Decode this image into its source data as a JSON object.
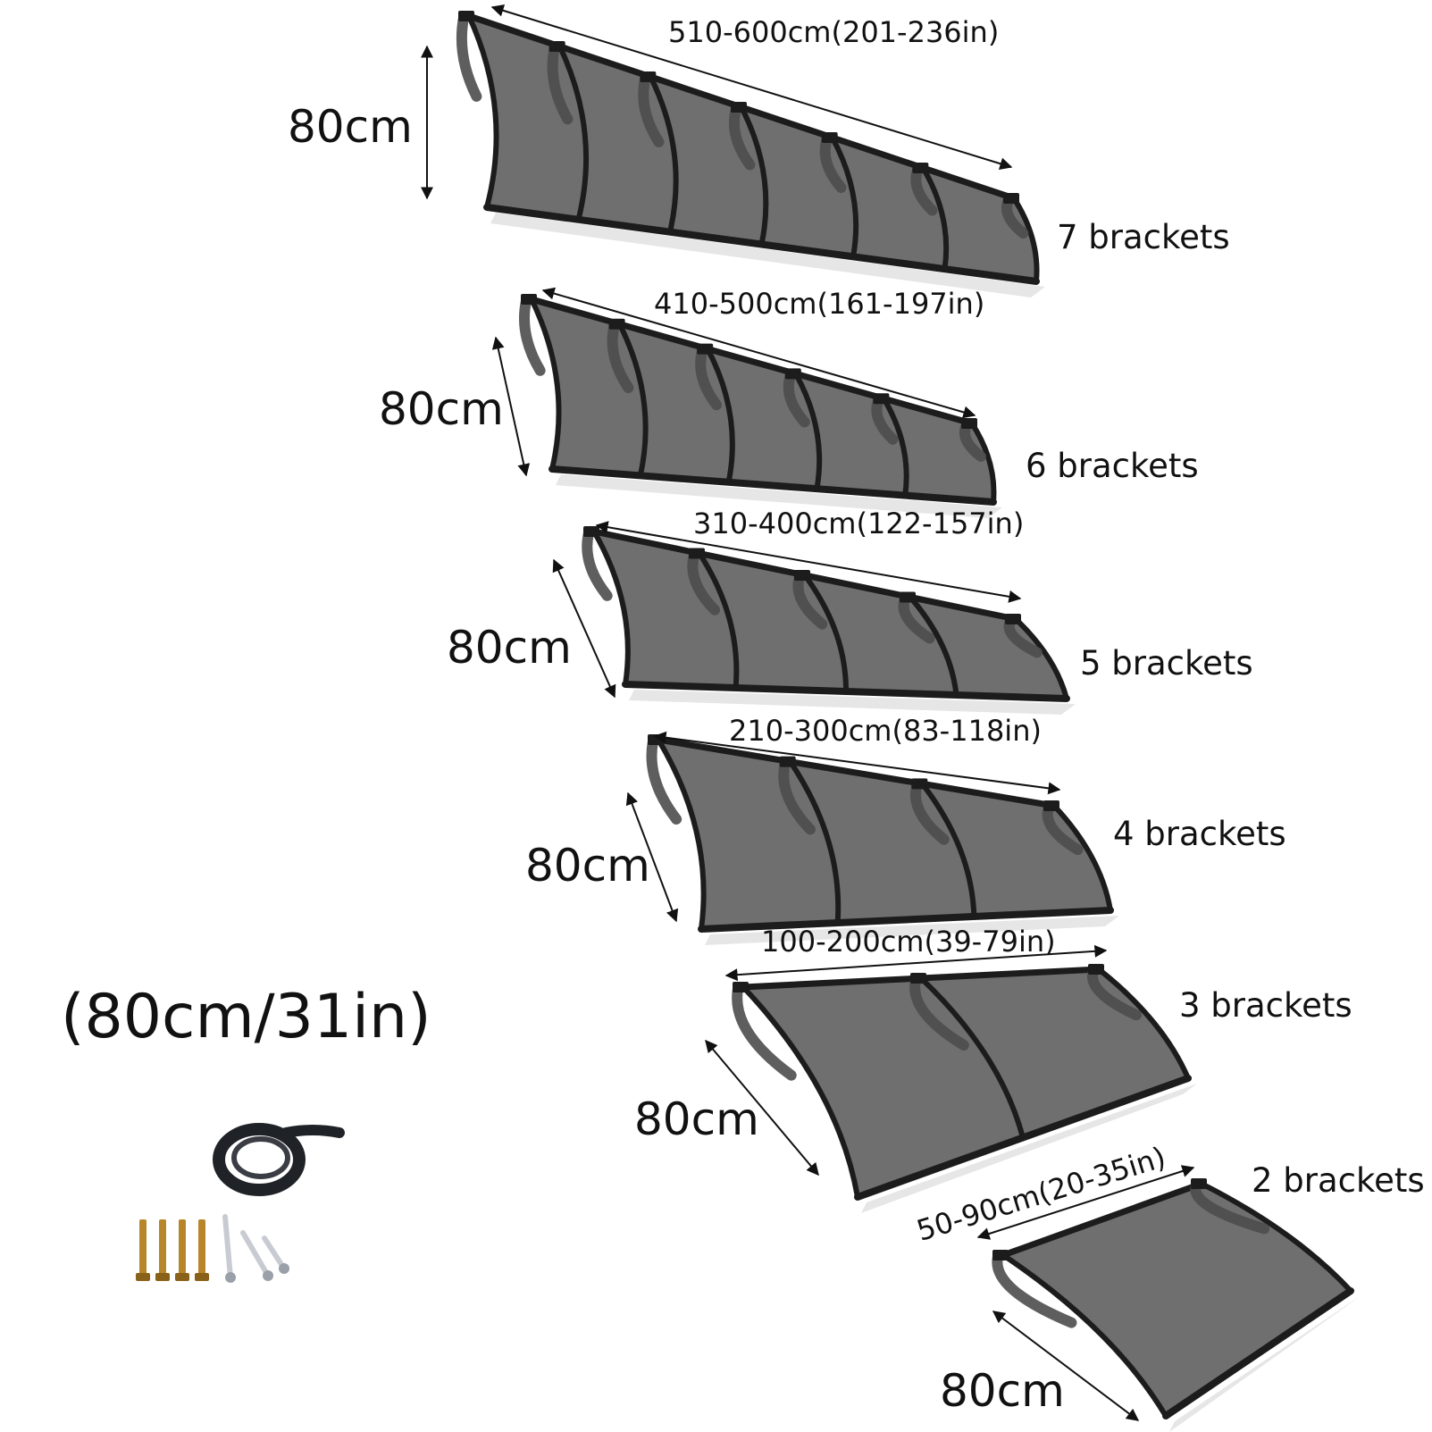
{
  "colors": {
    "panel": "#6f6f6f",
    "panel_dark": "#4d4d4d",
    "frame": "#1c1c1c",
    "shadow": "#e6e6e6",
    "seal": "#1f2226",
    "anchor": "#b8862a",
    "screw": "#c8ccd2"
  },
  "overall_size": "(80cm/31in)",
  "awnings": [
    {
      "length": "510-600cm(201-236in)",
      "depth": "80cm",
      "brackets": "7 brackets",
      "bracket_count": 7
    },
    {
      "length": "410-500cm(161-197in)",
      "depth": "80cm",
      "brackets": "6 brackets",
      "bracket_count": 6
    },
    {
      "length": "310-400cm(122-157in)",
      "depth": "80cm",
      "brackets": "5 brackets",
      "bracket_count": 5
    },
    {
      "length": "210-300cm(83-118in)",
      "depth": "80cm",
      "brackets": "4 brackets",
      "bracket_count": 4
    },
    {
      "length": "100-200cm(39-79in)",
      "depth": "80cm",
      "brackets": "3 brackets",
      "bracket_count": 3
    },
    {
      "length": "50-90cm(20-35in)",
      "depth": "80cm",
      "brackets": "2 brackets",
      "bracket_count": 2
    }
  ],
  "hardware": {
    "seal_strip": "seal-strip-icon",
    "expansion_bolts": 4,
    "screws": 3
  }
}
